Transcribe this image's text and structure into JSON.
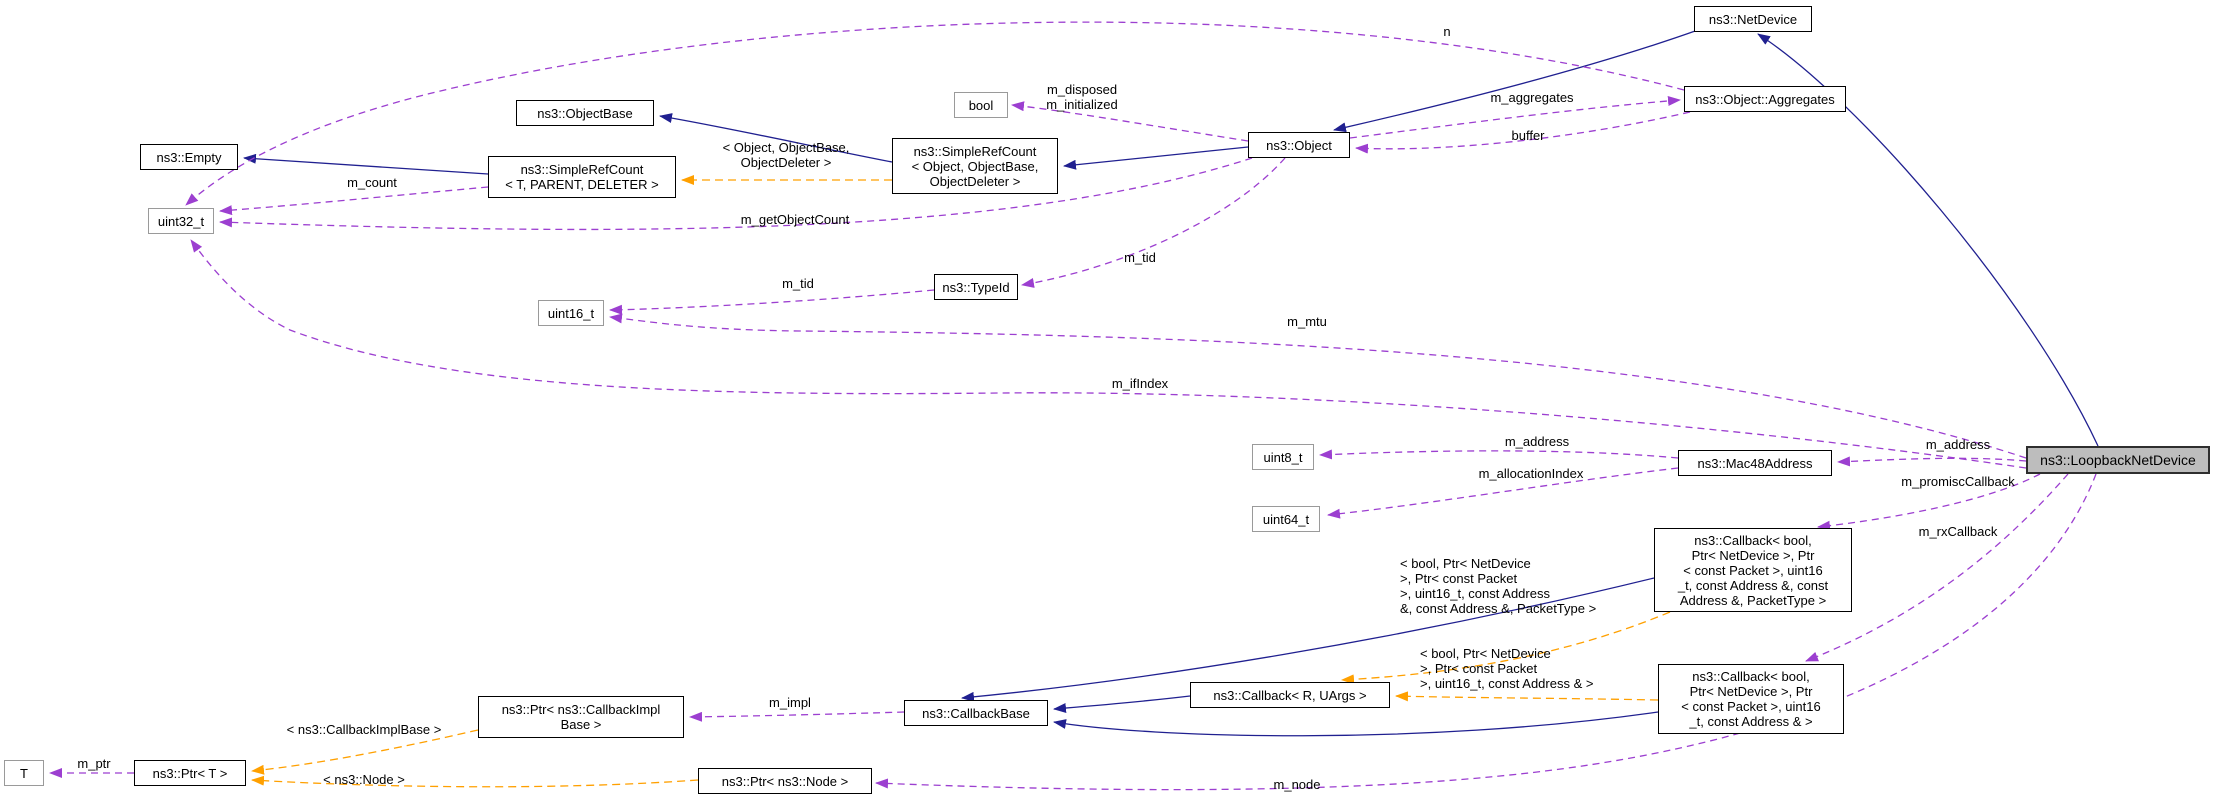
{
  "diagram": {
    "title": "ns3::LoopbackNetDevice",
    "colors": {
      "inheritance": "#202090",
      "member": "#9c3fd0",
      "template": "#ffa000",
      "target_fill": "#bdbdbd"
    },
    "nodes": [
      {
        "id": "netdevice",
        "label": "ns3::NetDevice"
      },
      {
        "id": "aggregates",
        "label": "ns3::Object::Aggregates"
      },
      {
        "id": "bool",
        "label": "bool"
      },
      {
        "id": "objectbase",
        "label": "ns3::ObjectBase"
      },
      {
        "id": "object",
        "label": "ns3::Object"
      },
      {
        "id": "simplerefcount-object",
        "label": "ns3::SimpleRefCount\n< Object, ObjectBase,\nObjectDeleter >"
      },
      {
        "id": "empty",
        "label": "ns3::Empty"
      },
      {
        "id": "simplerefcount",
        "label": "ns3::SimpleRefCount\n< T, PARENT, DELETER >"
      },
      {
        "id": "uint32-t",
        "label": "uint32_t"
      },
      {
        "id": "typeid",
        "label": "ns3::TypeId"
      },
      {
        "id": "uint16-t",
        "label": "uint16_t"
      },
      {
        "id": "uint8-t",
        "label": "uint8_t"
      },
      {
        "id": "mac48address",
        "label": "ns3::Mac48Address"
      },
      {
        "id": "uint64-t",
        "label": "uint64_t"
      },
      {
        "id": "loopbacknetdevice",
        "label": "ns3::LoopbackNetDevice"
      },
      {
        "id": "callback-promisc",
        "label": "ns3::Callback< bool,\nPtr< NetDevice >, Ptr\n< const Packet >, uint16\n_t, const Address &, const\nAddress &, PacketType >"
      },
      {
        "id": "callback-rx",
        "label": "ns3::Callback< bool,\nPtr< NetDevice >, Ptr\n< const Packet >, uint16\n_t, const Address & >"
      },
      {
        "id": "callback-template",
        "label": "ns3::Callback< R, UArgs >"
      },
      {
        "id": "callbackbase",
        "label": "ns3::CallbackBase"
      },
      {
        "id": "ptr-callbackimplbase",
        "label": "ns3::Ptr< ns3::CallbackImpl\nBase >"
      },
      {
        "id": "ptr-t",
        "label": "ns3::Ptr< T >"
      },
      {
        "id": "t",
        "label": "T"
      },
      {
        "id": "ptr-node",
        "label": "ns3::Ptr< ns3::Node >"
      }
    ],
    "edge_labels": [
      {
        "id": "n",
        "text": "n"
      },
      {
        "id": "m-disposed-initialized",
        "text": "m_disposed\nm_initialized"
      },
      {
        "id": "m-aggregates",
        "text": "m_aggregates"
      },
      {
        "id": "buffer",
        "text": "buffer"
      },
      {
        "id": "m-count",
        "text": "m_count"
      },
      {
        "id": "tmpl-objectdeleter",
        "text": "< Object, ObjectBase,\nObjectDeleter >"
      },
      {
        "id": "m-getobjectcount",
        "text": "m_getObjectCount"
      },
      {
        "id": "m-tid-object",
        "text": "m_tid"
      },
      {
        "id": "m-tid-typeid",
        "text": "m_tid"
      },
      {
        "id": "m-mtu",
        "text": "m_mtu"
      },
      {
        "id": "m-ifindex",
        "text": "m_ifIndex"
      },
      {
        "id": "m-address-mac",
        "text": "m_address"
      },
      {
        "id": "m-allocationindex",
        "text": "m_allocationIndex"
      },
      {
        "id": "m-address-device",
        "text": "m_address"
      },
      {
        "id": "m-promisccallback",
        "text": "m_promiscCallback"
      },
      {
        "id": "m-rxcallback",
        "text": "m_rxCallback"
      },
      {
        "id": "tmpl-promisc",
        "text": "< bool, Ptr< NetDevice\n>, Ptr< const Packet\n>, uint16_t, const Address\n&, const Address &, PacketType >"
      },
      {
        "id": "tmpl-rx",
        "text": "< bool, Ptr< NetDevice\n>, Ptr< const Packet\n>, uint16_t, const Address & >"
      },
      {
        "id": "m-impl",
        "text": "m_impl"
      },
      {
        "id": "tmpl-callbackimplbase",
        "text": "< ns3::CallbackImplBase >"
      },
      {
        "id": "m-ptr",
        "text": "m_ptr"
      },
      {
        "id": "tmpl-node",
        "text": "< ns3::Node >"
      },
      {
        "id": "m-node",
        "text": "m_node"
      }
    ]
  }
}
